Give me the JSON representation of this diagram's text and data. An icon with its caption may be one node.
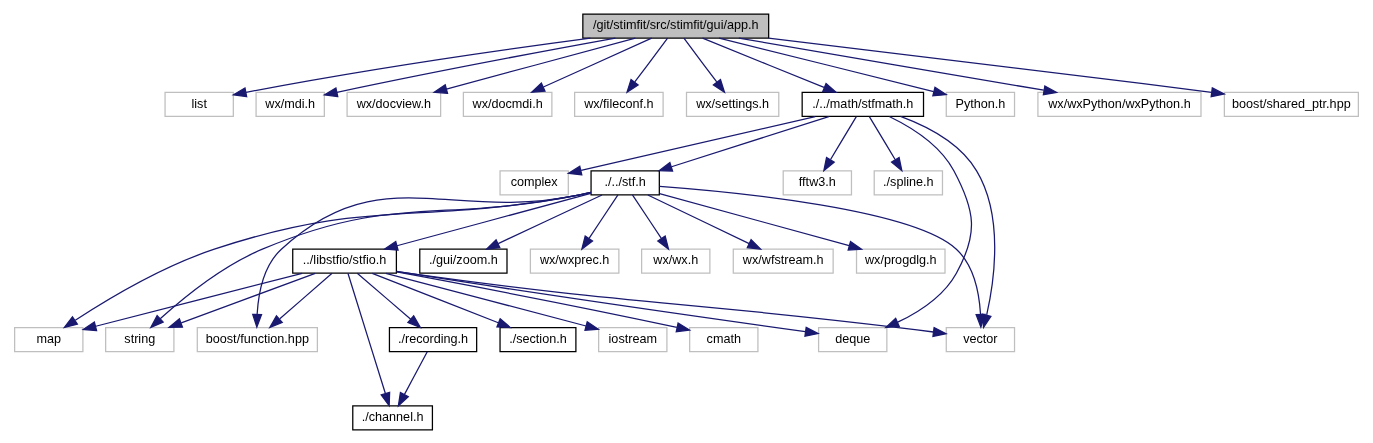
{
  "diagram": {
    "nodes": [
      {
        "text": [
          "/git/stimfit/src/stimfit/gui/app.h"
        ]
      },
      {
        "text": [
          "list"
        ]
      },
      {
        "text": [
          "wx/mdi.h"
        ]
      },
      {
        "text": [
          "wx/docview.h"
        ]
      },
      {
        "text": [
          "wx/docmdi.h"
        ]
      },
      {
        "text": [
          "wx/fileconf.h"
        ]
      },
      {
        "text": [
          "wx/settings.h"
        ]
      },
      {
        "text": [
          "./../math/stfmath.h"
        ]
      },
      {
        "text": [
          "Python.h"
        ]
      },
      {
        "text": [
          "wx/wxPython/wxPython.h"
        ]
      },
      {
        "text": [
          "boost/shared_ptr.hpp"
        ]
      },
      {
        "text": [
          "complex"
        ]
      },
      {
        "text": [
          "./../stf.h"
        ]
      },
      {
        "text": [
          "fftw3.h"
        ]
      },
      {
        "text": [
          "./spline.h"
        ]
      },
      {
        "text": [
          "../libstfio/stfio.h"
        ]
      },
      {
        "text": [
          "./gui/zoom.h"
        ]
      },
      {
        "text": [
          "wx/wxprec.h"
        ]
      },
      {
        "text": [
          "wx/wx.h"
        ]
      },
      {
        "text": [
          "wx/wfstream.h"
        ]
      },
      {
        "text": [
          "wx/progdlg.h"
        ]
      },
      {
        "text": [
          "deque"
        ]
      },
      {
        "text": [
          "map"
        ]
      },
      {
        "text": [
          "string"
        ]
      },
      {
        "text": [
          "./recording.h"
        ]
      },
      {
        "text": [
          "./section.h"
        ]
      },
      {
        "text": [
          "iostream"
        ]
      },
      {
        "text": [
          "cmath"
        ]
      },
      {
        "text": [
          "boost/function.hpp"
        ]
      },
      {
        "text": [
          "vector"
        ]
      },
      {
        "text": [
          "./channel.h"
        ]
      }
    ],
    "edges": [
      {
        "from": 0,
        "to": 1,
        "arrow": "to"
      },
      {
        "from": 0,
        "to": 2,
        "arrow": "to"
      },
      {
        "from": 0,
        "to": 3,
        "arrow": "to"
      },
      {
        "from": 0,
        "to": 4,
        "arrow": "to"
      },
      {
        "from": 0,
        "to": 5,
        "arrow": "to"
      },
      {
        "from": 0,
        "to": 6,
        "arrow": "to"
      },
      {
        "from": 0,
        "to": 7,
        "arrow": "to"
      },
      {
        "from": 0,
        "to": 8,
        "arrow": "to"
      },
      {
        "from": 0,
        "to": 9,
        "arrow": "to"
      },
      {
        "from": 0,
        "to": 10,
        "arrow": "to"
      },
      {
        "from": 7,
        "to": 21,
        "arrow": "to"
      },
      {
        "from": 7,
        "to": 11,
        "arrow": "to"
      },
      {
        "from": 7,
        "to": 12,
        "arrow": "to"
      },
      {
        "from": 7,
        "to": 29,
        "arrow": "to"
      },
      {
        "from": 7,
        "to": 13,
        "arrow": "to"
      },
      {
        "from": 7,
        "to": 14,
        "arrow": "to"
      },
      {
        "from": 12,
        "to": 22,
        "arrow": "to"
      },
      {
        "from": 12,
        "to": 23,
        "arrow": "to"
      },
      {
        "from": 12,
        "to": 15,
        "arrow": "to"
      },
      {
        "from": 12,
        "to": 16,
        "arrow": "to"
      },
      {
        "from": 12,
        "to": 17,
        "arrow": "to"
      },
      {
        "from": 12,
        "to": 18,
        "arrow": "to"
      },
      {
        "from": 12,
        "to": 19,
        "arrow": "to"
      },
      {
        "from": 12,
        "to": 20,
        "arrow": "to"
      },
      {
        "from": 12,
        "to": 28,
        "arrow": "to"
      },
      {
        "from": 12,
        "to": 29,
        "arrow": "to"
      },
      {
        "from": 15,
        "to": 21,
        "arrow": "to"
      },
      {
        "from": 15,
        "to": 22,
        "arrow": "to"
      },
      {
        "from": 15,
        "to": 23,
        "arrow": "to"
      },
      {
        "from": 15,
        "to": 24,
        "arrow": "to"
      },
      {
        "from": 15,
        "to": 30,
        "arrow": "to"
      },
      {
        "from": 15,
        "to": 25,
        "arrow": "to"
      },
      {
        "from": 15,
        "to": 26,
        "arrow": "to"
      },
      {
        "from": 15,
        "to": 27,
        "arrow": "to"
      },
      {
        "from": 15,
        "to": 28,
        "arrow": "to"
      },
      {
        "from": 15,
        "to": 29,
        "arrow": "to"
      },
      {
        "from": 24,
        "to": 30,
        "arrow": "to"
      }
    ]
  }
}
